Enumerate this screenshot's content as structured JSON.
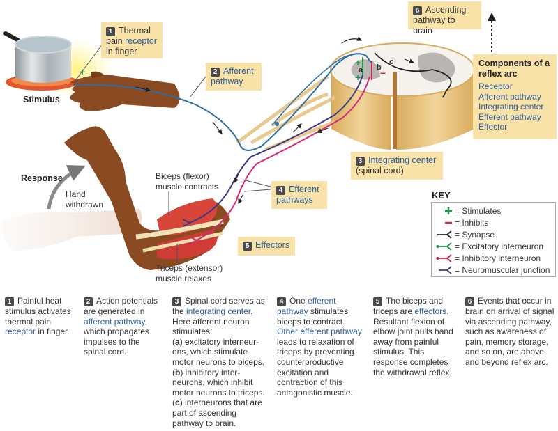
{
  "diagram": {
    "stimulus_label": "Stimulus",
    "response_label": "Response",
    "hand_withdrawn_label": "Hand withdrawn",
    "biceps_label_line1": "Biceps (flexor)",
    "biceps_label_line2": "muscle contracts",
    "triceps_label_line1": "Triceps (extensor)",
    "triceps_label_line2": "muscle relaxes",
    "spinal_letters": {
      "a": "a",
      "b": "b",
      "c": "c"
    },
    "callouts": [
      {
        "number": "1",
        "text_plain_1": "Thermal",
        "text_plain_2": "pain ",
        "text_blue": "receptor",
        "text_plain_3": "in finger"
      },
      {
        "number": "2",
        "line1": "Afferent",
        "line2": "pathway"
      },
      {
        "number": "3",
        "line1": "Integrating center",
        "line2": "(spinal cord)"
      },
      {
        "number": "4",
        "line1": "Efferent",
        "line2": "pathways"
      },
      {
        "number": "5",
        "line1": "Effectors"
      },
      {
        "number": "6",
        "line1": "Ascending",
        "line2": "pathway to brain"
      }
    ],
    "components": {
      "title": "Components of a reflex arc",
      "items": [
        "Receptor",
        "Afferent pathway",
        "Integrating center",
        "Efferent pathway",
        "Effector"
      ]
    },
    "key": {
      "title": "KEY",
      "items": [
        {
          "symbol": "plus",
          "label": "= Stimulates",
          "color": "#1e9a4a"
        },
        {
          "symbol": "minus",
          "label": "= Inhibits",
          "color": "#c8234a"
        },
        {
          "symbol": "synapse",
          "label": "= Synapse",
          "color": "#222222"
        },
        {
          "symbol": "excitatory",
          "label": "= Excitatory interneuron",
          "color": "#1e9a4a"
        },
        {
          "symbol": "inhibitory",
          "label": "= Inhibitory interneuron",
          "color": "#c8234a"
        },
        {
          "symbol": "nmj",
          "label": "= Neuromuscular junction",
          "color": "#3a3a8a"
        }
      ]
    },
    "colors": {
      "afferent": "#2a6fa8",
      "efferent_biceps": "#3a3a8a",
      "efferent_triceps": "#d6287a",
      "excitatory": "#1e9a4a",
      "inhibitory": "#c8234a",
      "callout_bg": "#f8e2a8",
      "skin": "#8a4a22",
      "muscle": "#d8463a",
      "spinal_cord": "#e8c483",
      "grey_matter": "#b8b5b3"
    }
  },
  "captions": [
    {
      "number": "1",
      "segments": [
        {
          "t": "Painful heat stimulus activates thermal pain "
        },
        {
          "t": "receptor",
          "blue": true
        },
        {
          "t": " in finger."
        }
      ]
    },
    {
      "number": "2",
      "segments": [
        {
          "t": "Action potentials are generated in "
        },
        {
          "t": "afferent pathway",
          "blue": true
        },
        {
          "t": ", which propagates impulses to the spinal cord."
        }
      ]
    },
    {
      "number": "3",
      "segments": [
        {
          "t": "Spinal cord serves as the "
        },
        {
          "t": "integrating center",
          "blue": true
        },
        {
          "t": ". Here afferent neuron stimulates:"
        },
        {
          "br": true
        },
        {
          "t": "(",
          "x": 1
        },
        {
          "t": "a",
          "bold": true
        },
        {
          "t": ") excitatory interneur-ons, which stimulate motor neurons to biceps."
        },
        {
          "br": true
        },
        {
          "t": "("
        },
        {
          "t": "b",
          "bold": true
        },
        {
          "t": ") inhibitory inter-neurons, which inhibit motor neurons to triceps."
        },
        {
          "br": true
        },
        {
          "t": "("
        },
        {
          "t": "c",
          "bold": true
        },
        {
          "t": ") interneurons that are part of ascending pathway to brain."
        }
      ]
    },
    {
      "number": "4",
      "segments": [
        {
          "t": "One "
        },
        {
          "t": "efferent pathway",
          "blue": true
        },
        {
          "t": " stimulates biceps to contract. "
        },
        {
          "t": "Other efferent pathway",
          "blue": true
        },
        {
          "t": " leads to relaxation of triceps by preventing counterproductive excitation and contraction of this antagonistic muscle."
        }
      ]
    },
    {
      "number": "5",
      "segments": [
        {
          "t": "The biceps and triceps are "
        },
        {
          "t": "effectors",
          "blue": true
        },
        {
          "t": ". Resultant flexion of elbow joint pulls hand away from painful stimulus. This response completes the withdrawal reflex."
        }
      ]
    },
    {
      "number": "6",
      "segments": [
        {
          "t": "Events that occur in brain on arrival of signal via ascending pathway, such as awareness of pain, memory storage, and so on, are above and beyond reflex arc."
        }
      ]
    }
  ]
}
